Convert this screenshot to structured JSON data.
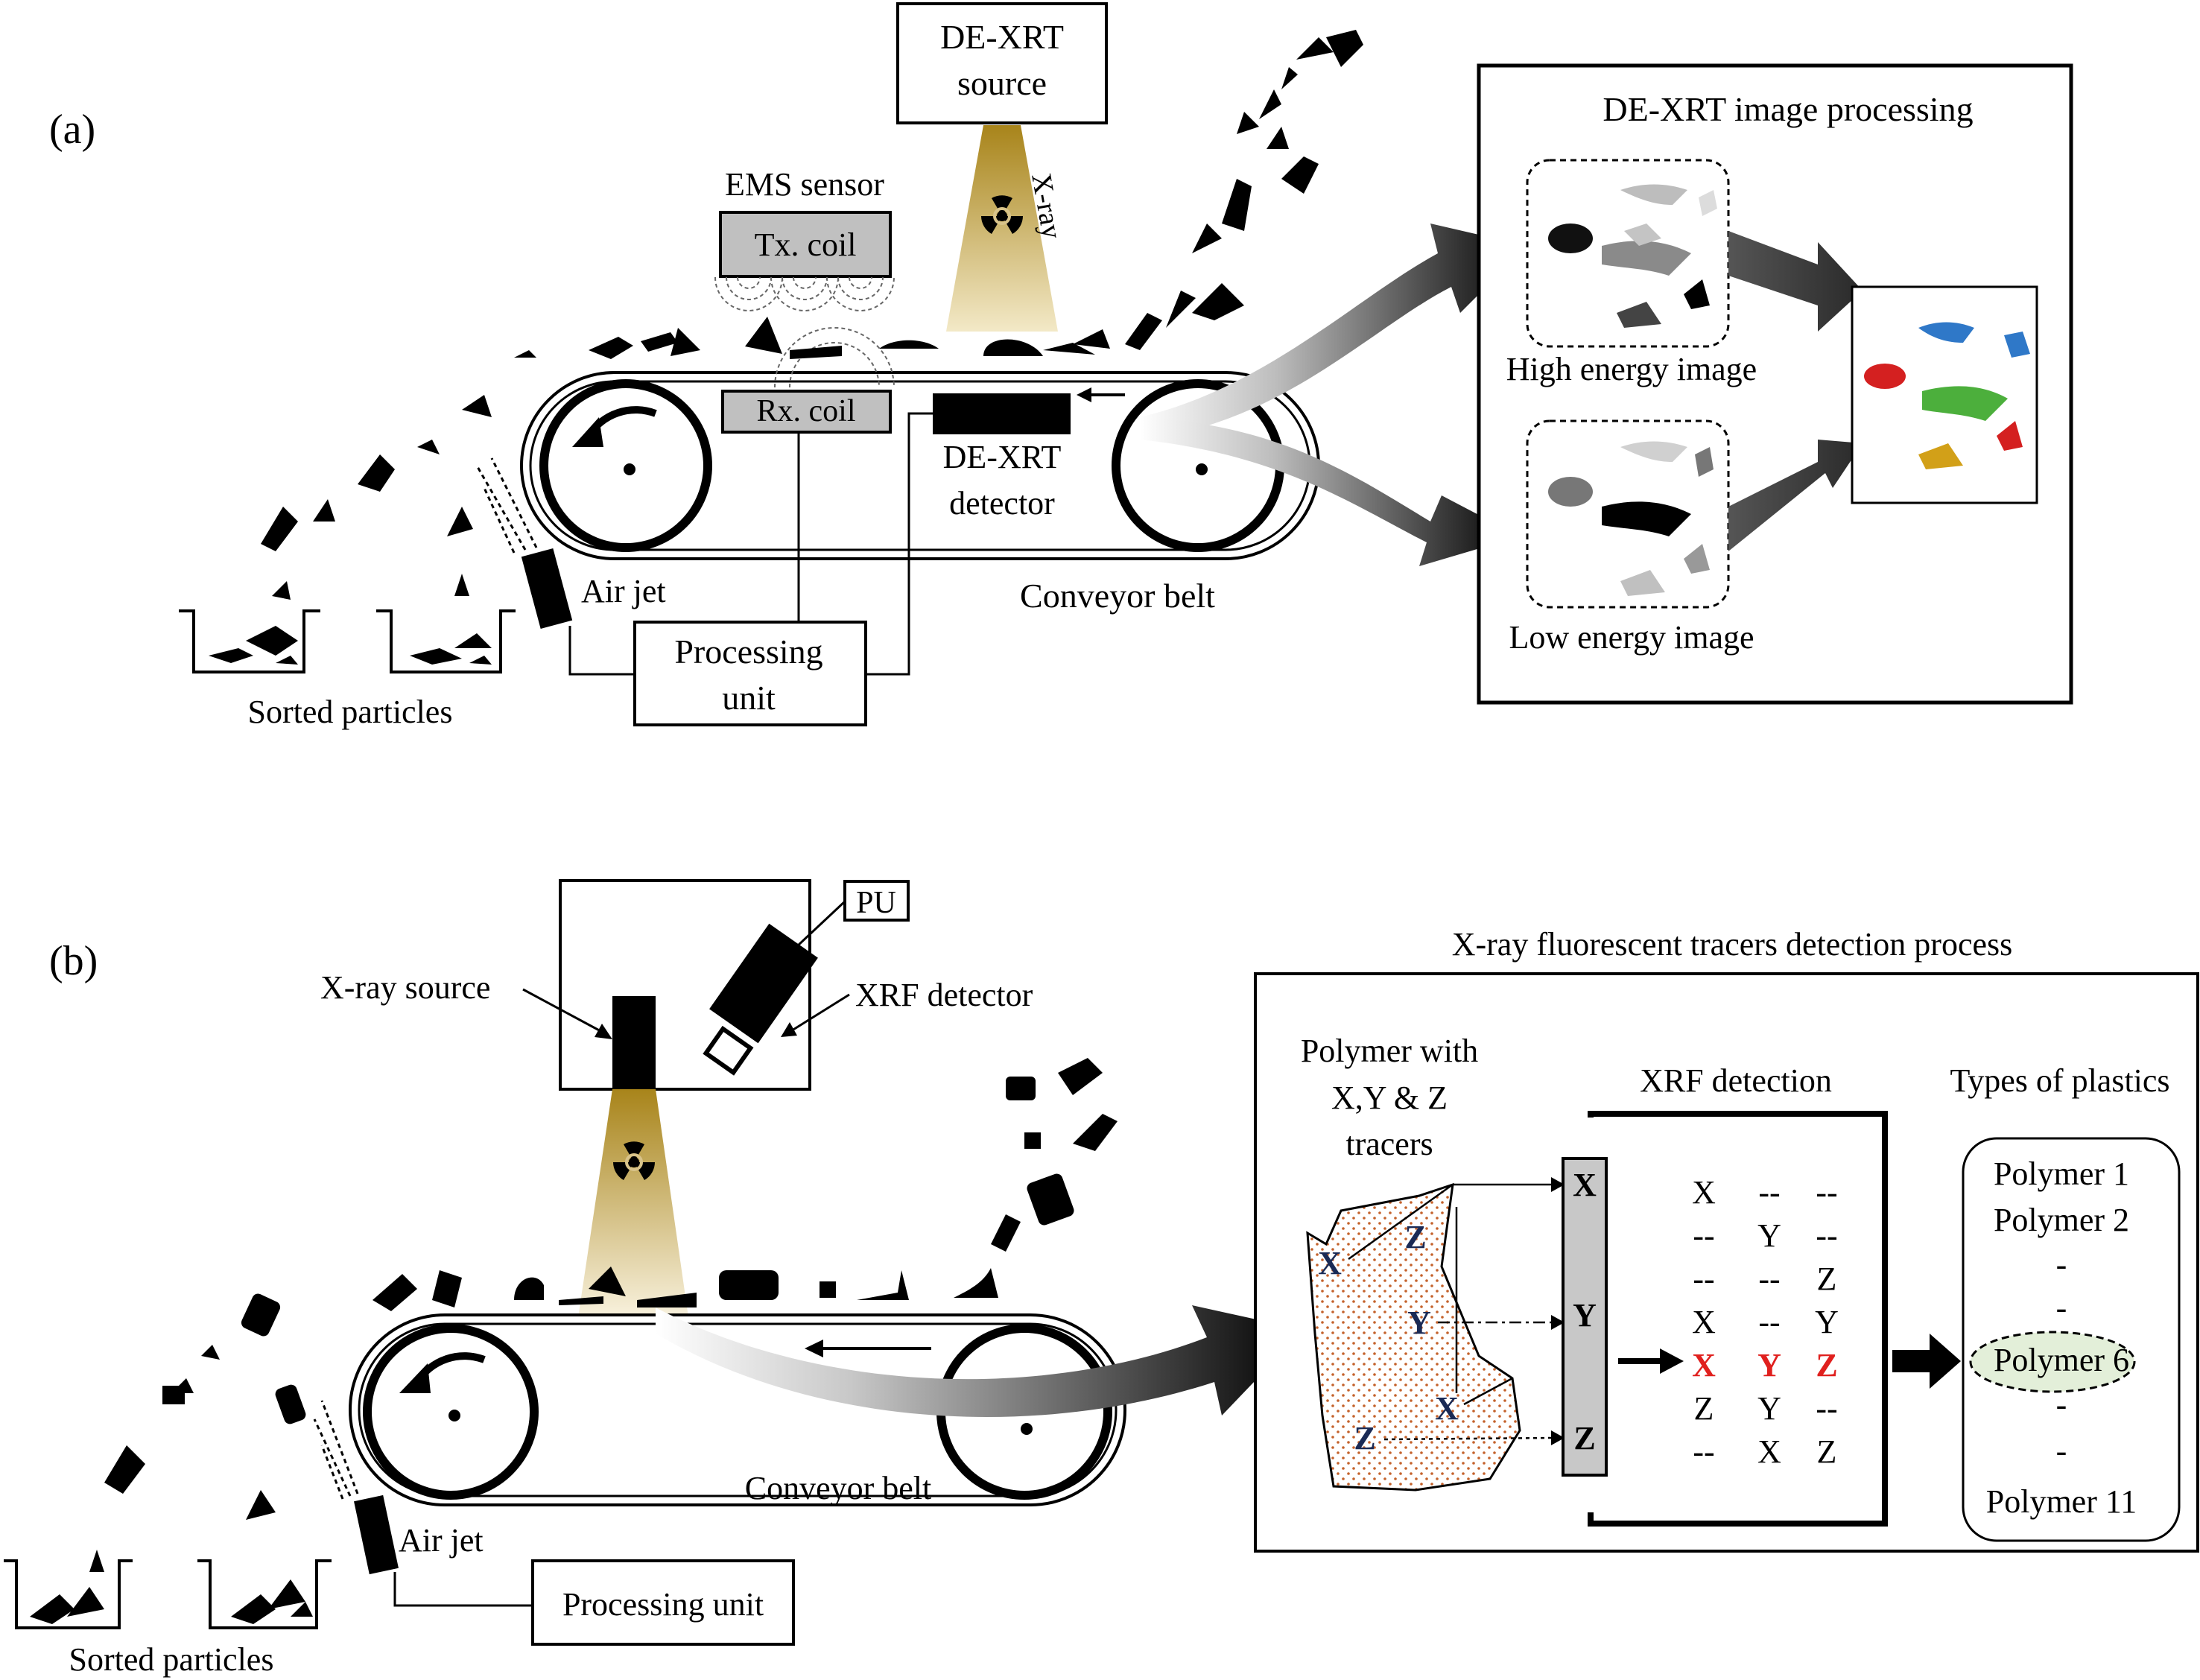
{
  "panel_a": {
    "label": "(a)",
    "de_xrt_source": [
      "DE-XRT",
      "source"
    ],
    "xray_label": "X-ray",
    "ems_sensor": "EMS  sensor",
    "tx_coil": "Tx.  coil",
    "rx_coil": "Rx.  coil",
    "de_xrt_detector": [
      "DE-XRT",
      "detector"
    ],
    "conveyor_belt": "Conveyor belt",
    "air_jet": "Air jet",
    "processing_unit": [
      "Processing",
      "unit"
    ],
    "sorted_particles": "Sorted particles",
    "image_processing": {
      "title": "DE-XRT  image processing",
      "high_energy": "High energy image",
      "low_energy": "Low  energy image"
    }
  },
  "panel_b": {
    "label": "(b)",
    "xray_source": "X-ray  source",
    "pu": "PU",
    "xrf_detector": "XRF  detector",
    "conveyor_belt": "Conveyor belt",
    "air_jet": "Air jet",
    "processing_unit": "Processing unit",
    "sorted_particles": "Sorted particles",
    "process_title": "X-ray  fluorescent tracers  detection process",
    "polymer_tracers": [
      "Polymer with",
      "X,Y  &  Z",
      "tracers"
    ],
    "flake_tracers": [
      "X",
      "Z",
      "Y",
      "X",
      "Z"
    ],
    "detector_channels": [
      "X",
      "Y",
      "Z"
    ],
    "xrf_detection": "XRF  detection",
    "detection_table": [
      [
        "X",
        "--",
        "--"
      ],
      [
        "--",
        "Y",
        "--"
      ],
      [
        "--",
        "--",
        "Z"
      ],
      [
        "X",
        "--",
        "Y"
      ],
      [
        "X",
        "Y",
        "Z"
      ],
      [
        "Z",
        "Y",
        "--"
      ],
      [
        "--",
        "X",
        "Z"
      ]
    ],
    "highlight_row": 4,
    "types_title": "Types of plastics",
    "polymers": [
      "Polymer 1",
      "Polymer 2",
      "-",
      "-",
      "Polymer 6",
      "-",
      "-",
      "Polymer 11"
    ],
    "highlight_polymer": 4
  },
  "colors": {
    "xray_beam": "#a8841a",
    "highlight_text": "#e0201e",
    "polymer_highlight_fill": "#e3efd9",
    "sensor_box_fill": "#c0c0c0",
    "particle_blue": "#2f78c8",
    "particle_red": "#d42020",
    "particle_green": "#4caf3c",
    "particle_yellow": "#d2a018",
    "flake_dots": "#c4622c"
  },
  "icons": [
    "radiation-icon",
    "rotation-arrow-icon",
    "air-jet-nozzle-icon"
  ]
}
